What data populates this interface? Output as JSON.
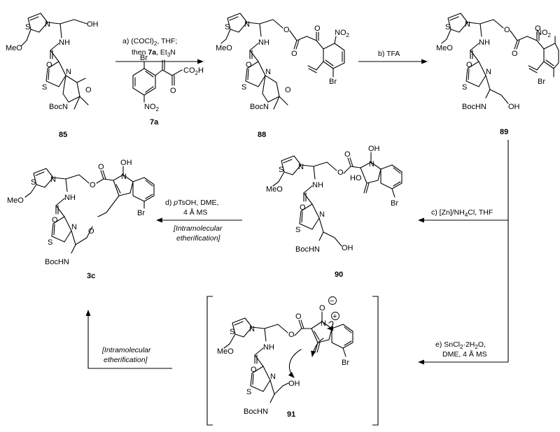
{
  "compounds": {
    "c85": "85",
    "c88": "88",
    "c89": "89",
    "c90": "90",
    "c91": "91",
    "c3c": "3c",
    "c7a": "7a"
  },
  "conditions": {
    "a_line1": "a) (COCl)",
    "a_line1_sub": "2",
    "a_line1_end": ", THF;",
    "a_line2_pre": "then ",
    "a_line2_bold": "7a",
    "a_line2_mid": ", Et",
    "a_line2_sub": "3",
    "a_line2_end": "N",
    "b": "b) TFA",
    "c_pre": "c) [Zn]/NH",
    "c_sub": "4",
    "c_end": "Cl, THF",
    "d_line1_pre": "d) ",
    "d_line1_it": "p",
    "d_line1_end": "TsOH, DME,",
    "d_line2": "4 Å MS",
    "d_line3": "[Intramolecular",
    "d_line4": "etherification]",
    "e_line1_pre": "e) SnCl",
    "e_line1_sub1": "2",
    "e_line1_mid": "·2H",
    "e_line1_sub2": "2",
    "e_line1_end": "O,",
    "e_line2": "DME, 4 Å MS",
    "f_line1": "[Intramolecular",
    "f_line2": "etherification]"
  },
  "atoms": {
    "MeO": "MeO",
    "S": "S",
    "N": "N",
    "OH": "OH",
    "NH": "NH",
    "O": "O",
    "BocN": "BocN",
    "BocHN": "BocHN",
    "Br": "Br",
    "NO2": "NO",
    "NO2_sub": "2",
    "CO2H": "CO",
    "CO2H_sub": "2",
    "CO2H_end": "H",
    "HO": "HO",
    "N_plus": "N",
    "O_minus": "O",
    "plus": "+",
    "minus": "−"
  }
}
